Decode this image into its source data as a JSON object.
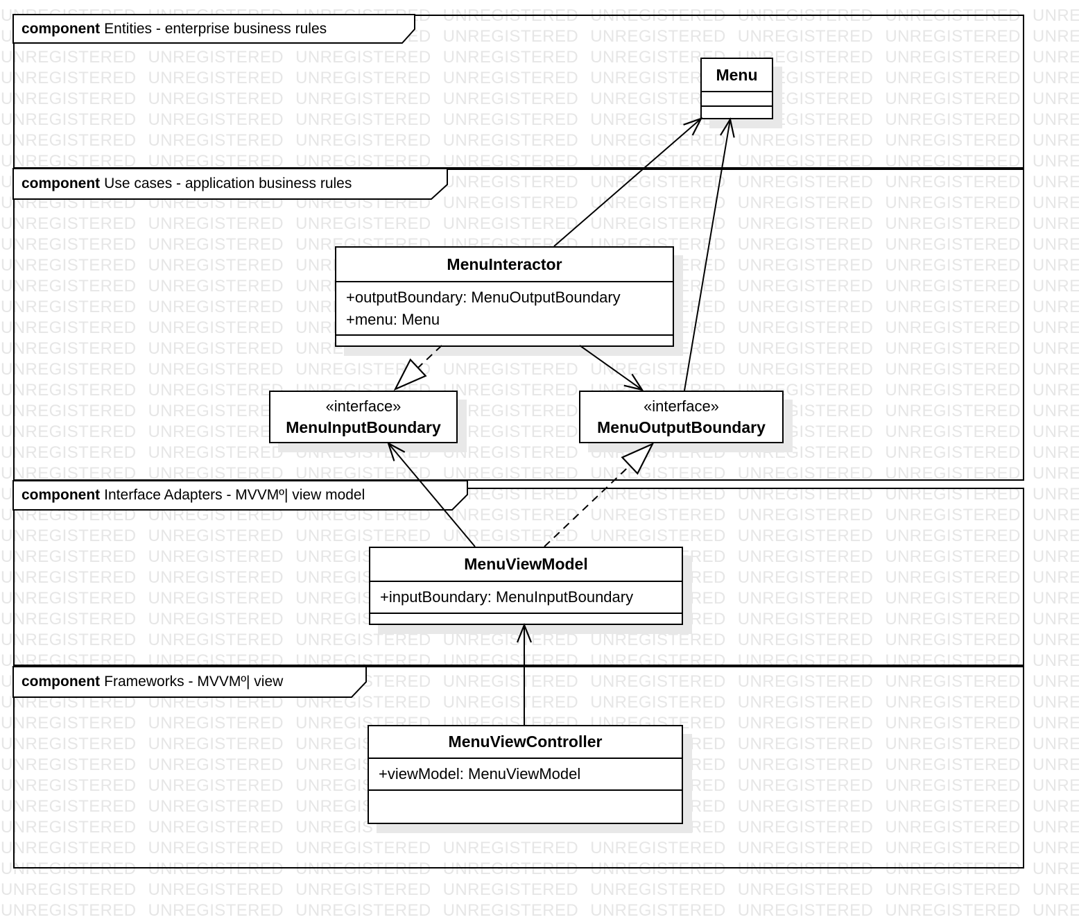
{
  "diagram": {
    "watermark_text": "UNREGISTERED",
    "watermark_color": "#e6e6e6",
    "line_color": "#000000",
    "shadow_color": "#e8e8e8"
  },
  "components": {
    "entities": {
      "keyword": "component",
      "name": "Entities - enterprise business rules"
    },
    "use_cases": {
      "keyword": "component",
      "name": "Use cases - application business rules"
    },
    "interface_adapters": {
      "keyword": "component",
      "name": "Interface Adapters - MVVMº| view model"
    },
    "frameworks": {
      "keyword": "component",
      "name": "Frameworks - MVVMº| view"
    }
  },
  "classes": {
    "menu": {
      "name": "Menu",
      "attributes": []
    },
    "menu_interactor": {
      "name": "MenuInteractor",
      "attributes": [
        "+outputBoundary: MenuOutputBoundary",
        "+menu: Menu"
      ]
    },
    "menu_input_boundary": {
      "stereotype": "«interface»",
      "name": "MenuInputBoundary",
      "attributes": []
    },
    "menu_output_boundary": {
      "stereotype": "«interface»",
      "name": "MenuOutputBoundary",
      "attributes": []
    },
    "menu_view_model": {
      "name": "MenuViewModel",
      "attributes": [
        "+inputBoundary: MenuInputBoundary"
      ]
    },
    "menu_view_controller": {
      "name": "MenuViewController",
      "attributes": [
        "+viewModel: MenuViewModel"
      ]
    }
  },
  "relations": [
    {
      "from": "MenuInteractor",
      "to": "Menu",
      "type": "association-arrow"
    },
    {
      "from": "MenuOutputBoundary",
      "to": "Menu",
      "type": "association-arrow"
    },
    {
      "from": "MenuInteractor",
      "to": "MenuOutputBoundary",
      "type": "association-arrow"
    },
    {
      "from": "MenuInteractor",
      "to": "MenuInputBoundary",
      "type": "realization"
    },
    {
      "from": "MenuViewModel",
      "to": "MenuInputBoundary",
      "type": "association-arrow"
    },
    {
      "from": "MenuViewModel",
      "to": "MenuOutputBoundary",
      "type": "realization"
    },
    {
      "from": "MenuViewController",
      "to": "MenuViewModel",
      "type": "association-arrow"
    }
  ]
}
